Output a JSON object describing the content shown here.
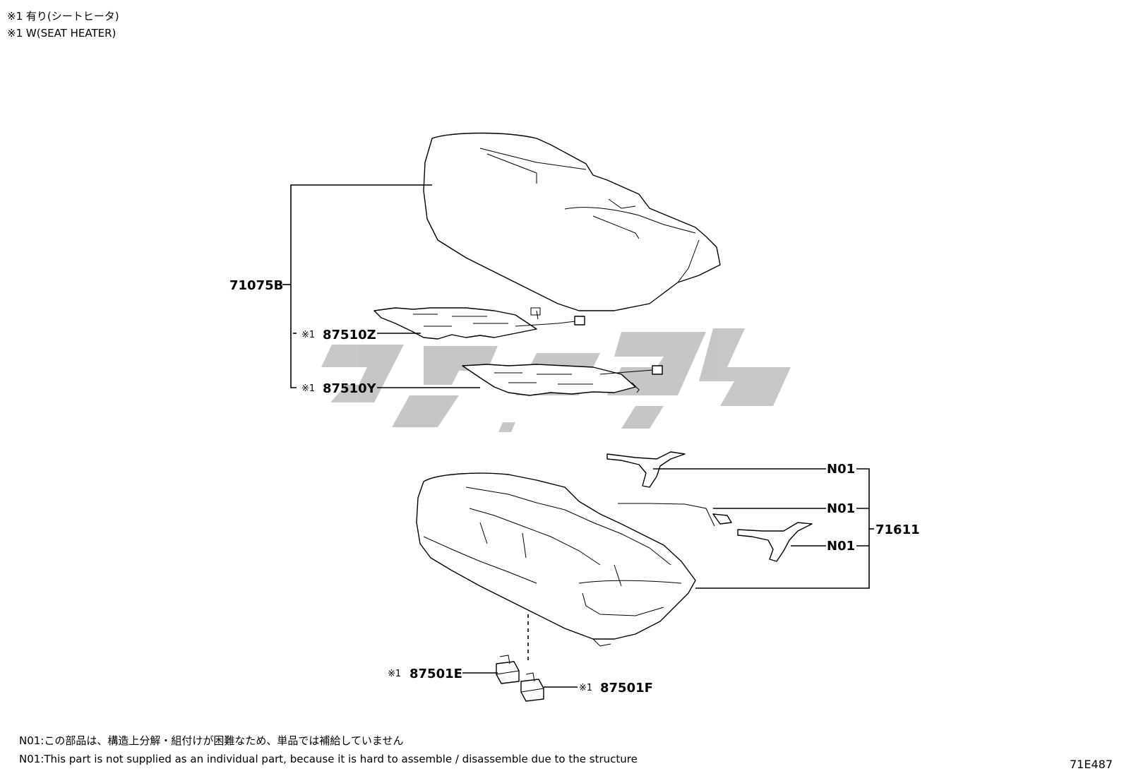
{
  "header": {
    "line1": "※1 有り(シートヒータ)",
    "line2": "※1 W(SEAT HEATER)"
  },
  "parts": {
    "p71075B": "71075B",
    "p87510Z_mark": "※1",
    "p87510Z": "87510Z",
    "p87510Y_mark": "※1",
    "p87510Y": "87510Y",
    "n01_a": "N01",
    "n01_b": "N01",
    "n01_c": "N01",
    "p71611": "71611",
    "p87501E_mark": "※1",
    "p87501E": "87501E",
    "p87501F_mark": "※1",
    "p87501F": "87501F"
  },
  "footer": {
    "note_jp": "N01:この部品は、構造上分解・組付けが困難なため、単品では補給していません",
    "note_en": "N01:This part is not supplied as an individual part, because it is hard to assemble / disassemble due to the structure",
    "code": "71E487"
  }
}
